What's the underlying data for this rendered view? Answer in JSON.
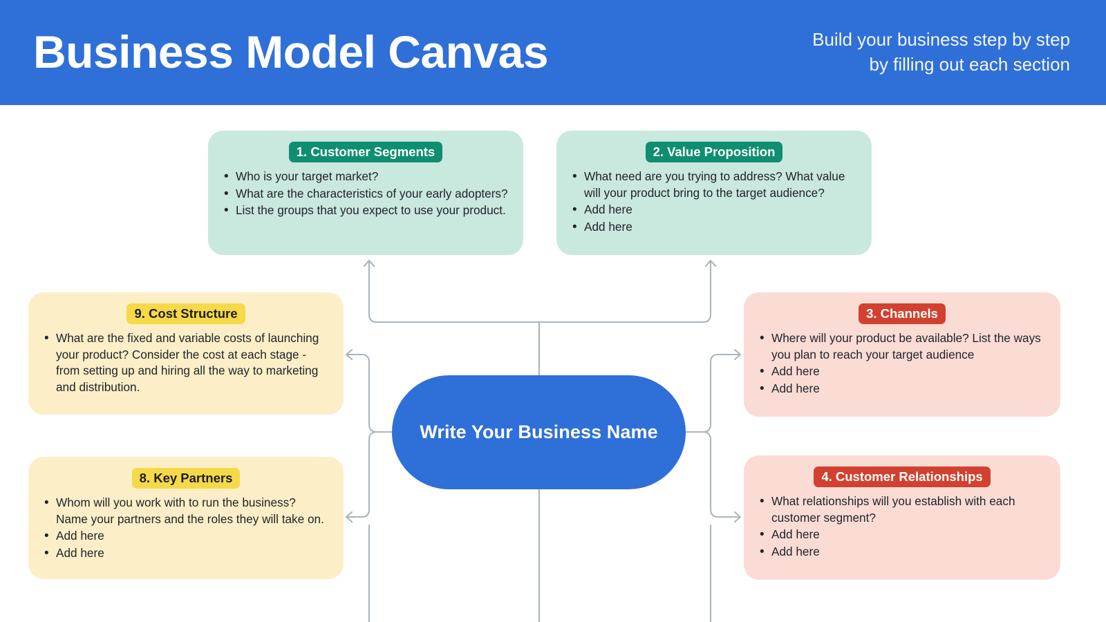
{
  "header": {
    "title": "Business Model Canvas",
    "subtitle": "Build your business step by step\nby filling out each section",
    "background_color": "#2f6fd8",
    "title_color": "#ffffff"
  },
  "center_node": {
    "label": "Write Your Business Name",
    "background_color": "#2f6fd8",
    "text_color": "#ffffff",
    "shape": "pill"
  },
  "connectors": {
    "line_color": "#aab4bd",
    "arrowhead": "chevron",
    "style": "orthogonal-rounded"
  },
  "cards": [
    {
      "id": "customer-segments",
      "badge": "1. Customer Segments",
      "badge_background": "#0f8f6f",
      "badge_text_color": "#ffffff",
      "card_background": "#c9e8de",
      "bullets": [
        "Who is your target market?",
        "What are the characteristics of your early adopters?",
        "List the groups that you expect to use your product."
      ]
    },
    {
      "id": "value-proposition",
      "badge": "2. Value Proposition",
      "badge_background": "#0f8f6f",
      "badge_text_color": "#ffffff",
      "card_background": "#c9e8de",
      "bullets": [
        "What need are you trying to address? What value will your product bring to the target audience?",
        "Add here",
        "Add here"
      ]
    },
    {
      "id": "channels",
      "badge": "3. Channels",
      "badge_background": "#d2402f",
      "badge_text_color": "#ffffff",
      "card_background": "#fbdcd5",
      "bullets": [
        "Where will your product be available? List the ways you plan to reach your target audience",
        "Add here",
        "Add here"
      ]
    },
    {
      "id": "customer-relationships",
      "badge": "4. Customer Relationships",
      "badge_background": "#d2402f",
      "badge_text_color": "#ffffff",
      "card_background": "#fbdcd5",
      "bullets": [
        "What relationships will you establish with each customer segment?",
        "Add here",
        "Add here"
      ]
    },
    {
      "id": "cost-structure",
      "badge": "9. Cost Structure",
      "badge_background": "#f5d949",
      "badge_text_color": "#1d1d1d",
      "card_background": "#fcefc8",
      "bullets": [
        "What are the fixed and variable costs of launching your product? Consider the cost at each stage - from setting up and hiring all the way to marketing and distribution."
      ]
    },
    {
      "id": "key-partners",
      "badge": "8. Key Partners",
      "badge_background": "#f5d949",
      "badge_text_color": "#1d1d1d",
      "card_background": "#fcefc8",
      "bullets": [
        "Whom will you work with to run the business? Name your partners and the roles they will take on.",
        "Add here",
        "Add here"
      ]
    }
  ]
}
